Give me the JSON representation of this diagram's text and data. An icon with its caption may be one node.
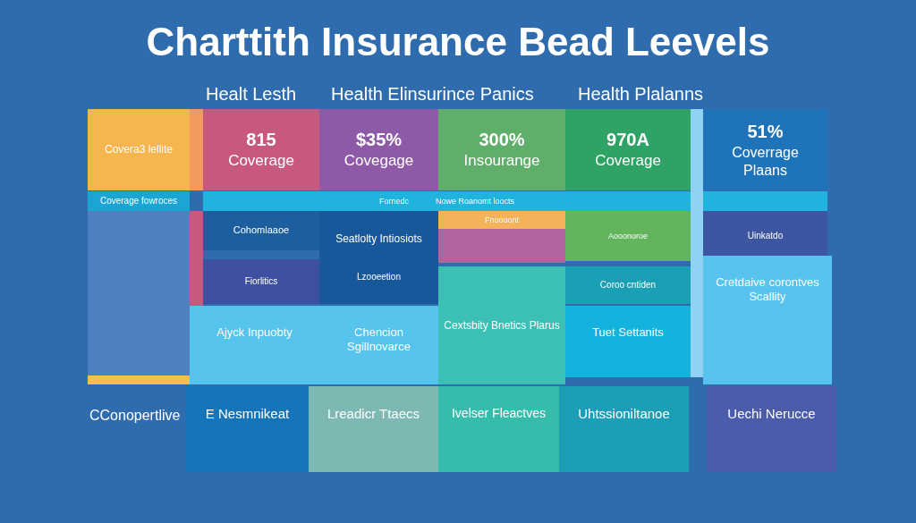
{
  "diagram": {
    "title": "Charttith Insurance Bead Leevels",
    "nodes": [
      {
        "text": [
          "Covera3 lellite"
        ]
      },
      {
        "text": [
          "815",
          "Coverage"
        ]
      },
      {
        "text": [
          "$35%",
          "Covegage"
        ]
      },
      {
        "text": [
          "300%",
          "Insourange"
        ]
      },
      {
        "text": [
          "970A",
          "Coverage"
        ]
      },
      {
        "text": [
          "51%",
          "Coverrage Plaans"
        ]
      },
      {
        "text": [
          "Coverage fowroces"
        ]
      },
      {
        "text": [
          "Fornedc",
          "Nowe Roanomt loocts"
        ]
      },
      {
        "text": [
          "Cohomlaaoe"
        ]
      },
      {
        "text": [
          "Seatlolty Intiosiots",
          "Lzooeetion"
        ]
      },
      {
        "text": [
          "Fnoooont"
        ]
      },
      {
        "text": [
          "Aooonoroe"
        ]
      },
      {
        "text": [
          "Uinkatdo"
        ]
      },
      {
        "text": [
          "Fiorlitics"
        ]
      },
      {
        "text": [
          "Coroo cntiden"
        ]
      },
      {
        "text": [
          "Ajyck Inpuobty"
        ]
      },
      {
        "text": [
          "Chencion Sgillnovarce"
        ]
      },
      {
        "text": [
          "Cextsbity Bnetics Plarus"
        ]
      },
      {
        "text": [
          "Tuet Settanits"
        ]
      },
      {
        "text": [
          "Cretdaive corontves Scallity"
        ]
      },
      {
        "text": [
          "E Nesmnikeat"
        ]
      },
      {
        "text": [
          "Lreadicr Ttaecs"
        ]
      },
      {
        "text": [
          "Ivelser Fleactves"
        ]
      },
      {
        "text": [
          "Uhtssioniltanoe"
        ]
      },
      {
        "text": [
          "Uechi Nerucce"
        ]
      },
      {
        "text": [],
        "shape": "box"
      },
      {
        "text": [],
        "shape": "box"
      },
      {
        "text": [],
        "shape": "box"
      },
      {
        "text": [],
        "shape": "box"
      },
      {
        "text": [],
        "shape": "box"
      },
      {
        "text": [],
        "shape": "box"
      }
    ],
    "labels": [
      "Healt Lesth",
      "Health Elinsurince Panics",
      "Health Plalanns",
      "CConopertlive"
    ]
  }
}
